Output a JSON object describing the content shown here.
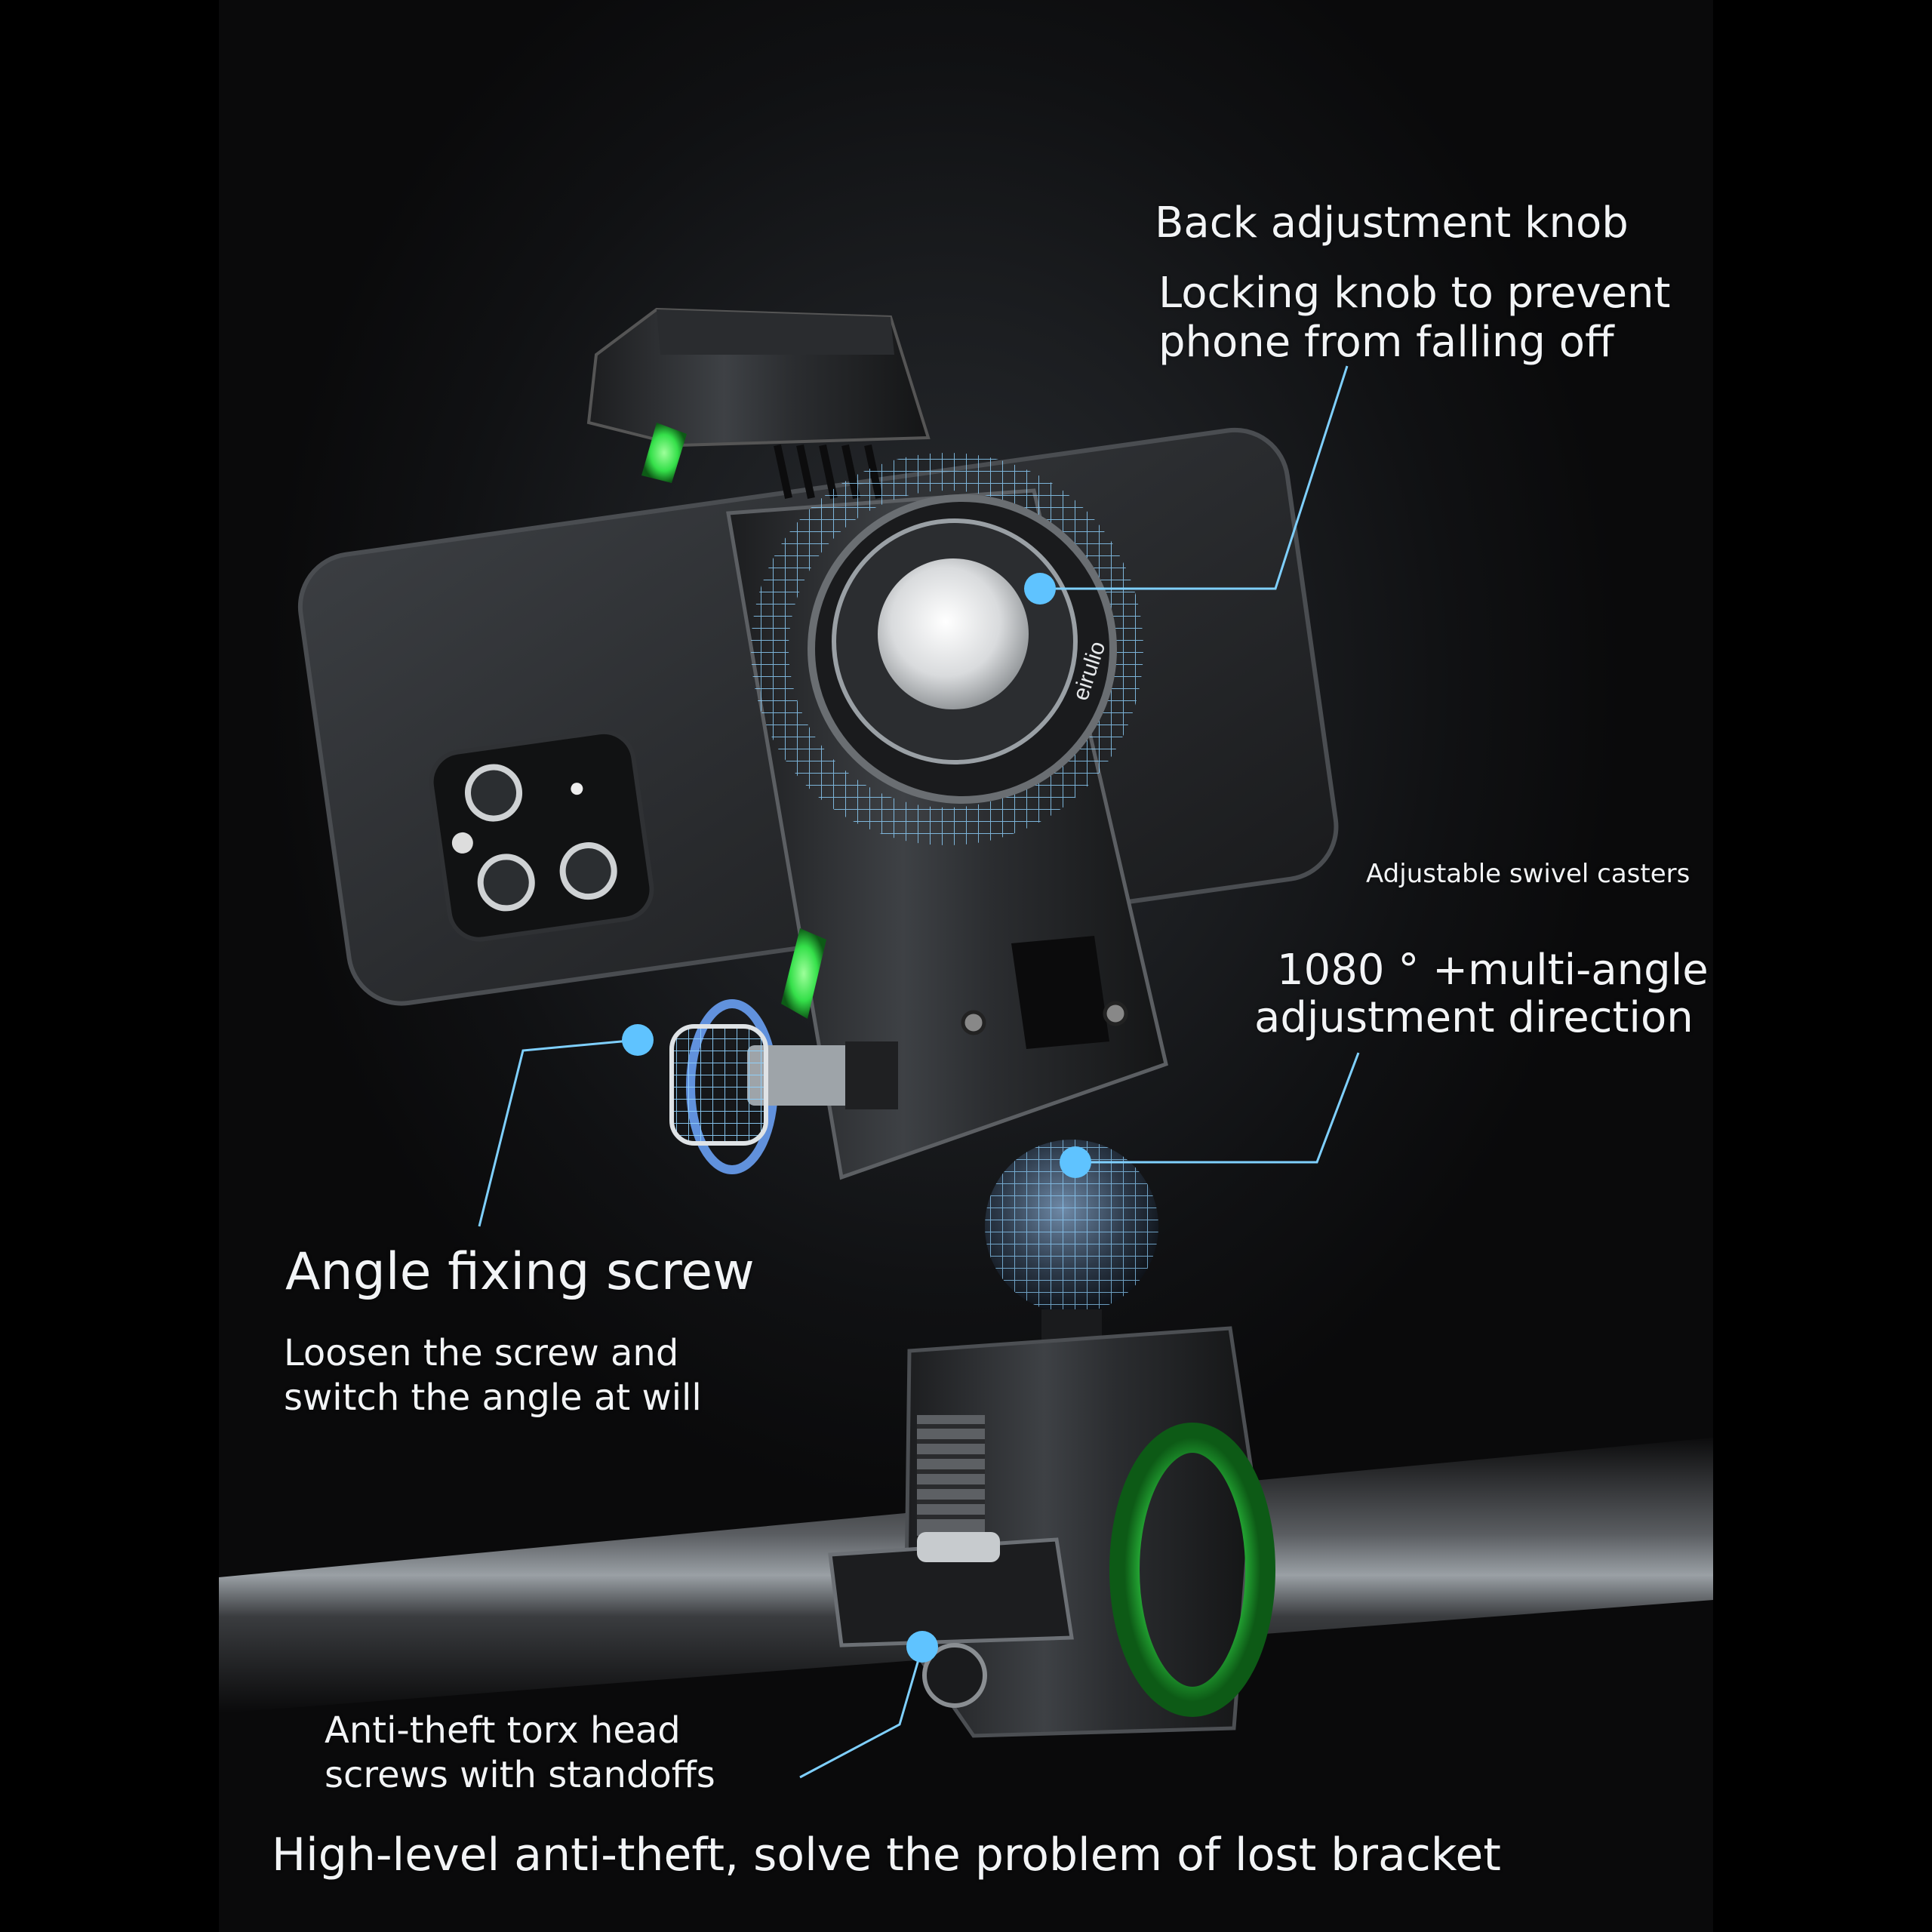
{
  "colors": {
    "accent_green": "#35e04a",
    "callout_blue": "#7fd0ff",
    "text": "#f2f4f6"
  },
  "callouts": {
    "back_knob": {
      "title": "Back adjustment knob",
      "line1": "Locking knob to prevent",
      "line2": "phone from falling off"
    },
    "swivel": {
      "caption": "Adjustable swivel casters",
      "line1": "1080 ° +multi-angle",
      "line2": "adjustment direction"
    },
    "angle_screw": {
      "title": "Angle fixing screw",
      "line1": "Loosen the screw and",
      "line2": "switch the angle at will"
    },
    "torx": {
      "line1": "Anti-theft torx head",
      "line2": "screws with standoffs"
    }
  },
  "knob_brand": "eirulio",
  "footer": "High-level anti-theft, solve the problem of lost bracket"
}
